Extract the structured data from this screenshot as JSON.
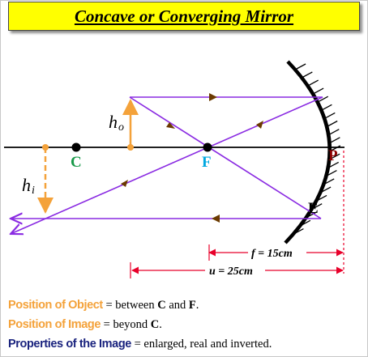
{
  "title": "Concave or Converging Mirror",
  "labels": {
    "C": "C",
    "F": "F",
    "P": "P",
    "E": "E",
    "ho_h": "h",
    "ho_sub": "o",
    "hi_h": "h",
    "hi_sub": "i",
    "f": "f = 15cm",
    "u": "u = 25cm"
  },
  "notes": {
    "object_key": "Position of Object",
    "object_eq": " = between ",
    "object_a": "C",
    "object_and": " and ",
    "object_b": "F",
    "object_end": ".",
    "image_key": "Position of Image",
    "image_eq": " = beyond ",
    "image_a": "C",
    "image_end": ".",
    "props_key": "Properties of the Image",
    "props_eq": " = enlarged, real and inverted."
  },
  "colors": {
    "title_bg": "#ffff00",
    "ray": "#8a2be2",
    "object": "#f4a23a",
    "center": "#1a9a4a",
    "focus": "#00a8e0",
    "pole": "#8b0000",
    "dimension": "#e8002a",
    "navy": "#1a237e"
  }
}
